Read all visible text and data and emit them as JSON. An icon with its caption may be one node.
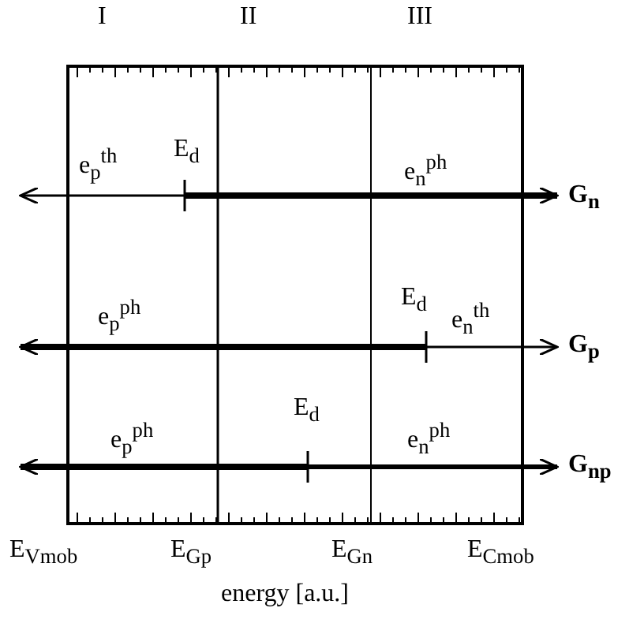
{
  "diagram": {
    "labels": [
      "I",
      "II",
      "III",
      "e$_{p}$$^{th}$",
      "E$_{d}$",
      "e$_{n}$$^{ph}$",
      "G$_{n}$",
      "e$_{p}$$^{ph}$",
      "E$_{d}$",
      "e$_{n}$$^{th}$",
      "G$_{p}$",
      "E$_{d}$",
      "e$_{p}$$^{ph}$",
      "e$_{n}$$^{ph}$",
      "G$_{np}$",
      "E$_{Vmob}$",
      "E$_{Gp}$",
      "E$_{Gn}$",
      "E$_{Cmob}$",
      "energy [a.u.]"
    ]
  }
}
